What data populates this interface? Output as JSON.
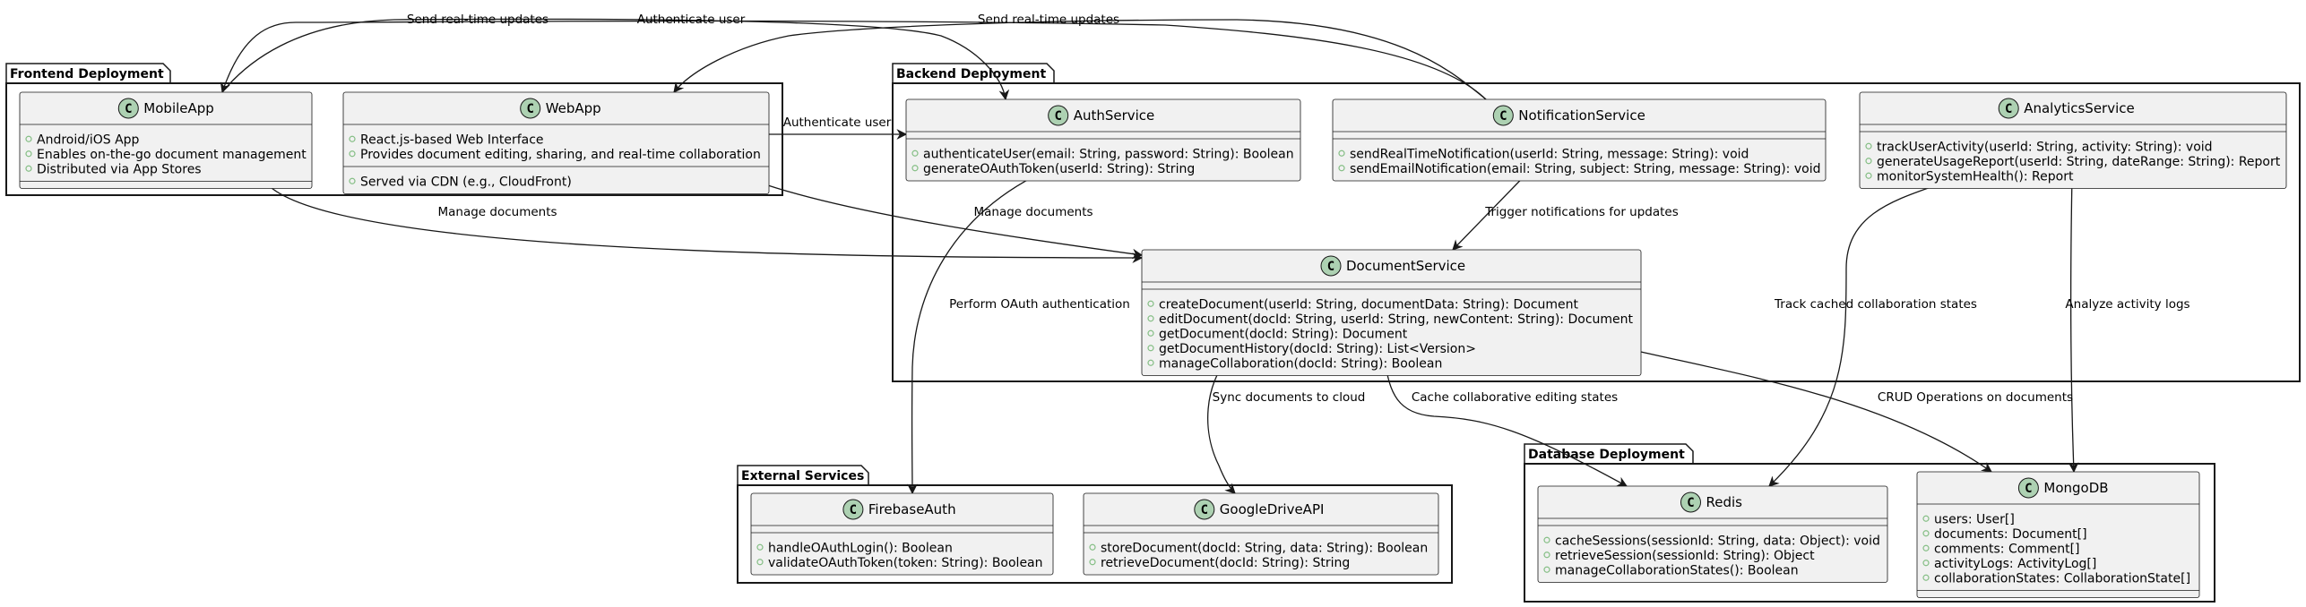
{
  "diagram": {
    "type": "uml-deployment-class-diagram",
    "colors": {
      "class_fill": "#f1f1f1",
      "class_border": "#181818",
      "class_badge": "#add1b2",
      "member_dot": "#84be84",
      "line": "#181818"
    },
    "packages": [
      {
        "id": "frontend",
        "title": "Frontend Deployment"
      },
      {
        "id": "backend",
        "title": "Backend Deployment"
      },
      {
        "id": "external",
        "title": "External Services"
      },
      {
        "id": "database",
        "title": "Database Deployment"
      }
    ],
    "classes": [
      {
        "id": "mobileapp",
        "name": "MobileApp",
        "fields": [
          "Android/iOS App",
          "Enables on-the-go document management",
          "Distributed via App Stores"
        ],
        "methods": []
      },
      {
        "id": "webapp",
        "name": "WebApp",
        "fields": [
          "React.js-based Web Interface",
          "Provides document editing, sharing, and real-time collaboration"
        ],
        "methods": [
          "Served via CDN (e.g., CloudFront)"
        ]
      },
      {
        "id": "authservice",
        "name": "AuthService",
        "fields": [],
        "methods": [
          "authenticateUser(email: String, password: String): Boolean",
          "generateOAuthToken(userId: String): String"
        ]
      },
      {
        "id": "notificationservice",
        "name": "NotificationService",
        "fields": [],
        "methods": [
          "sendRealTimeNotification(userId: String, message: String): void",
          "sendEmailNotification(email: String, subject: String, message: String): void"
        ]
      },
      {
        "id": "analyticsservice",
        "name": "AnalyticsService",
        "fields": [],
        "methods": [
          "trackUserActivity(userId: String, activity: String): void",
          "generateUsageReport(userId: String, dateRange: String): Report",
          "monitorSystemHealth(): Report"
        ]
      },
      {
        "id": "documentservice",
        "name": "DocumentService",
        "fields": [],
        "methods": [
          "createDocument(userId: String, documentData: String): Document",
          "editDocument(docId: String, userId: String, newContent: String): Document",
          "getDocument(docId: String): Document",
          "getDocumentHistory(docId: String): List<Version>",
          "manageCollaboration(docId: String): Boolean"
        ]
      },
      {
        "id": "firebaseauth",
        "name": "FirebaseAuth",
        "fields": [],
        "methods": [
          "handleOAuthLogin(): Boolean",
          "validateOAuthToken(token: String): Boolean"
        ]
      },
      {
        "id": "googledriveapi",
        "name": "GoogleDriveAPI",
        "fields": [],
        "methods": [
          "storeDocument(docId: String, data: String): Boolean",
          "retrieveDocument(docId: String): String"
        ]
      },
      {
        "id": "redis",
        "name": "Redis",
        "fields": [],
        "methods": [
          "cacheSessions(sessionId: String, data: Object): void",
          "retrieveSession(sessionId: String): Object",
          "manageCollaborationStates(): Boolean"
        ]
      },
      {
        "id": "mongodb",
        "name": "MongoDB",
        "fields": [
          "users: User[]",
          "documents: Document[]",
          "comments: Comment[]",
          "activityLogs: ActivityLog[]",
          "collaborationStates: CollaborationState[]"
        ],
        "methods": []
      }
    ],
    "relations": [
      {
        "from": "notificationservice",
        "to": "mobileapp",
        "label": "Send real-time updates"
      },
      {
        "from": "mobileapp",
        "to": "authservice",
        "label": "Authenticate user"
      },
      {
        "from": "notificationservice",
        "to": "webapp",
        "label": "Send real-time updates"
      },
      {
        "from": "webapp",
        "to": "authservice",
        "label": "Authenticate user"
      },
      {
        "from": "mobileapp",
        "to": "documentservice",
        "label": "Manage documents"
      },
      {
        "from": "webapp",
        "to": "documentservice",
        "label": "Manage documents"
      },
      {
        "from": "notificationservice",
        "to": "documentservice",
        "label": "Trigger notifications for updates"
      },
      {
        "from": "authservice",
        "to": "firebaseauth",
        "label": "Perform OAuth authentication"
      },
      {
        "from": "analyticsservice",
        "to": "redis",
        "label": "Track cached collaboration states"
      },
      {
        "from": "analyticsservice",
        "to": "mongodb",
        "label": "Analyze activity logs"
      },
      {
        "from": "documentservice",
        "to": "googledriveapi",
        "label": "Sync documents to cloud"
      },
      {
        "from": "documentservice",
        "to": "redis",
        "label": "Cache collaborative editing states"
      },
      {
        "from": "documentservice",
        "to": "mongodb",
        "label": "CRUD Operations on documents"
      }
    ]
  }
}
